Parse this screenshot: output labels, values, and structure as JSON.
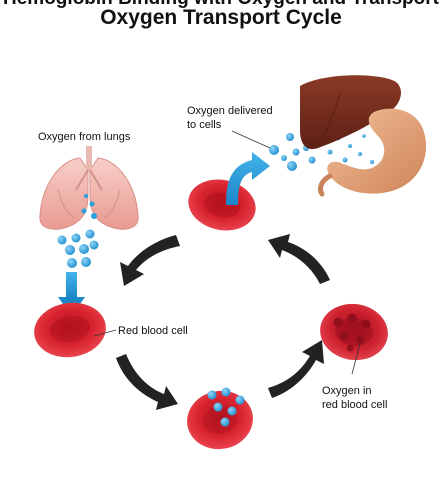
{
  "header": {
    "cropped_heading": "Hemoglobin Binding with Oxygen and Transport",
    "title": "Oxygen Transport Cycle"
  },
  "labels": {
    "oxygen_from_lungs": "Oxygen from lungs",
    "oxygen_delivered_line1": "Oxygen delivered",
    "oxygen_delivered_line2": "to cells",
    "red_blood_cell": "Red blood cell",
    "oxygen_in_line1": "Oxygen in",
    "oxygen_in_line2": "red blood cell"
  },
  "colors": {
    "rbc_red": "#d8232f",
    "oxygen_blue": "#2a9fdc",
    "arrow_dark": "#222222",
    "lung_pink": "#f2b8b1",
    "liver_brown": "#7b2e1e",
    "stomach_tan": "#e3a27a"
  }
}
